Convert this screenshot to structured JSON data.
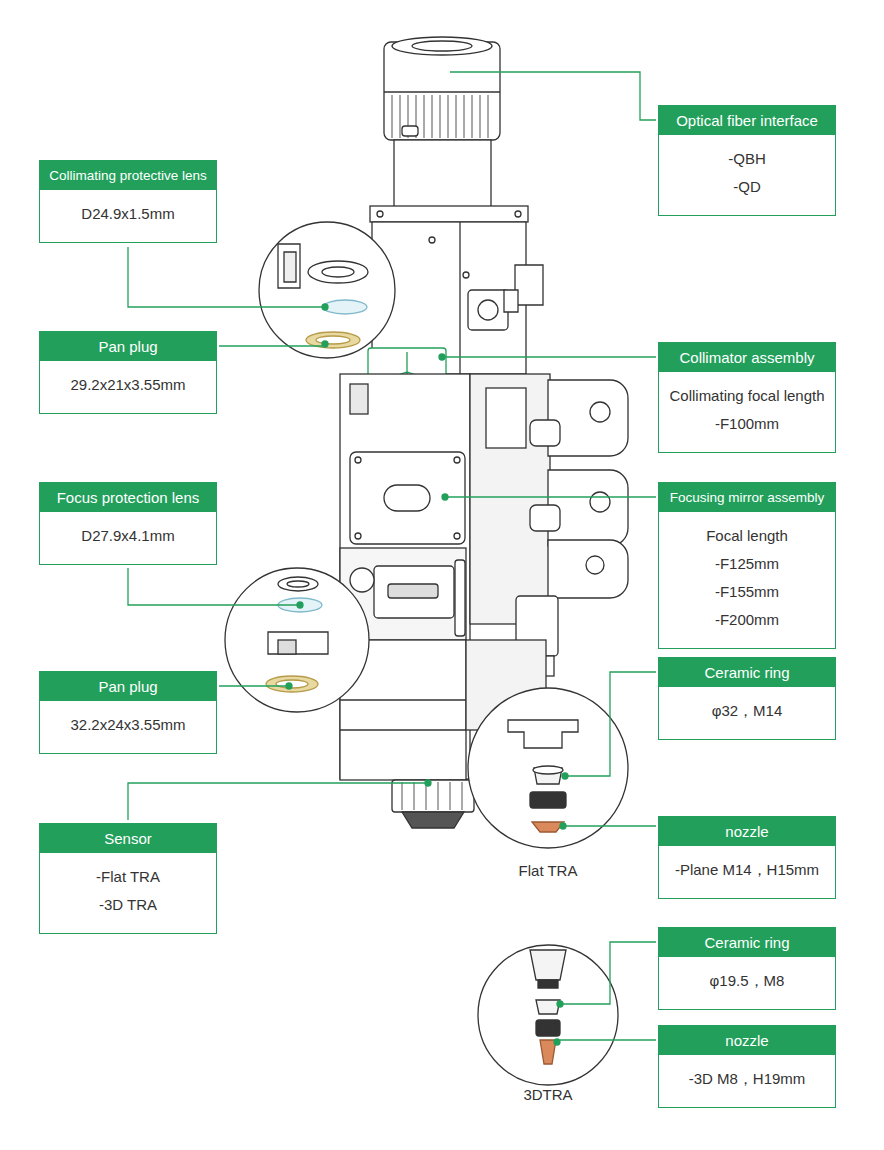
{
  "diagram": {
    "nodes": [
      {
        "text": [
          "Optical fiber interface",
          "-QBH",
          "-QD"
        ]
      },
      {
        "text": [
          "Collimating protective lens",
          "D24.9x1.5mm"
        ]
      },
      {
        "text": [
          "Pan plug",
          "29.2x21x3.55mm"
        ]
      },
      {
        "text": [
          "Collimator assembly",
          "Collimating focal length",
          "-F100mm"
        ]
      },
      {
        "text": [
          "Focus protection lens",
          "D27.9x4.1mm"
        ]
      },
      {
        "text": [
          "Focusing mirror assembly",
          "Focal length",
          "-F125mm",
          "-F155mm",
          "-F200mm"
        ]
      },
      {
        "text": [
          "Ceramic ring",
          "φ32，M14"
        ]
      },
      {
        "text": [
          "Pan plug",
          "32.2x24x3.55mm"
        ]
      },
      {
        "text": [
          "Sensor",
          "-Flat TRA",
          "-3D TRA"
        ]
      },
      {
        "text": [
          "nozzle",
          "-Plane M14，H15mm"
        ]
      },
      {
        "text": [
          "Ceramic ring",
          "φ19.5，M8"
        ]
      },
      {
        "text": [
          "nozzle",
          "-3D M8，H19mm"
        ]
      }
    ],
    "edges": [],
    "labels": [
      "Flat TRA",
      "3DTRA"
    ]
  }
}
